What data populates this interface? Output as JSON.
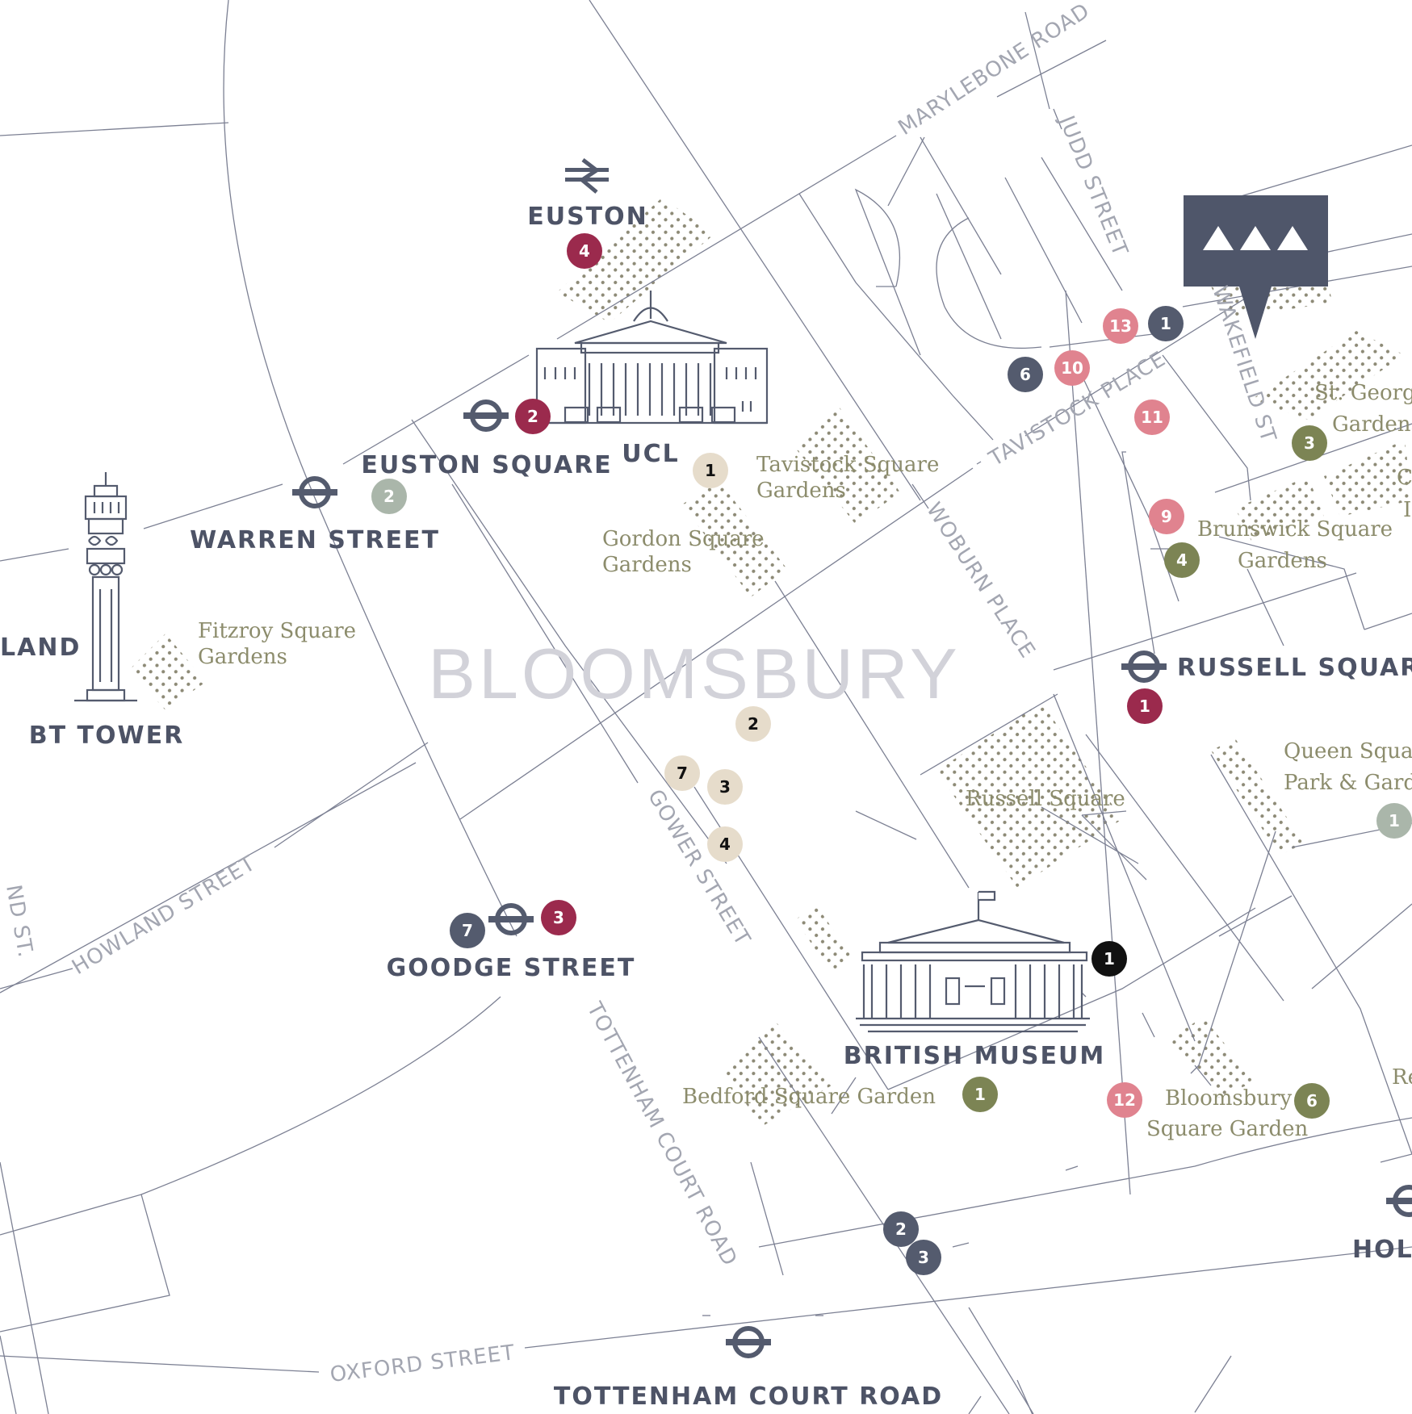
{
  "map": {
    "area_label": "BLOOMSBURY",
    "colors": {
      "road": "#7c8093",
      "slate": "#545b6e",
      "crimson": "#9b2a4d",
      "pink": "#e0838f",
      "olive": "#7c8454",
      "beige": "#e6dccb",
      "sage": "#aab6aa",
      "black": "#111111",
      "station_text": "#4d5366",
      "street_text": "#a3a6b1",
      "park_text": "#8c8c6c",
      "park_dots": "#8d8a76"
    },
    "stations": [
      {
        "id": "euston",
        "label": "EUSTON",
        "icon": "rail-icon"
      },
      {
        "id": "euston-square",
        "label": "EUSTON SQUARE",
        "icon": "underground-roundel-icon"
      },
      {
        "id": "ucl",
        "label": "UCL",
        "icon": "ucl-building-icon"
      },
      {
        "id": "warren-street",
        "label": "WARREN STREET",
        "icon": "underground-roundel-icon"
      },
      {
        "id": "bt-tower",
        "label": "BT TOWER",
        "icon": "bt-tower-icon"
      },
      {
        "id": "portland-fragment",
        "label": "LAND",
        "icon": ""
      },
      {
        "id": "goodge-street",
        "label": "GOODGE STREET",
        "icon": "underground-roundel-icon"
      },
      {
        "id": "british-museum",
        "label": "BRITISH MUSEUM",
        "icon": "museum-building-icon"
      },
      {
        "id": "russell-square",
        "label": "RUSSELL SQUARE",
        "icon": "underground-roundel-icon"
      },
      {
        "id": "tottenham-court-road",
        "label": "TOTTENHAM COURT ROAD",
        "icon": "underground-roundel-icon"
      },
      {
        "id": "holborn-fragment",
        "label": "HOL",
        "icon": "underground-roundel-icon"
      }
    ],
    "streets": [
      {
        "id": "marylebone-road",
        "label": "MARYLEBONE ROAD"
      },
      {
        "id": "judd-street",
        "label": "JUDD STREET"
      },
      {
        "id": "tavistock-place",
        "label": "TAVISTOCK PLACE"
      },
      {
        "id": "wakefield-st",
        "label": "WAKEFIELD ST"
      },
      {
        "id": "woburn-place",
        "label": "WOBURN PLACE"
      },
      {
        "id": "gower-street",
        "label": "GOWER STREET"
      },
      {
        "id": "howland-street",
        "label": "HOWLAND STREET"
      },
      {
        "id": "tottenham-court-road-street",
        "label": "TOTTENHAM COURT ROAD"
      },
      {
        "id": "oxford-street",
        "label": "OXFORD STREET"
      },
      {
        "id": "portland-st-fragment",
        "label": "ND ST."
      }
    ],
    "parks": [
      {
        "id": "tavistock-square",
        "lines": [
          "Tavistock Square",
          "Gardens"
        ]
      },
      {
        "id": "gordon-square",
        "lines": [
          "Gordon Square",
          "Gardens"
        ]
      },
      {
        "id": "fitzroy-square",
        "lines": [
          "Fitzroy Square",
          "Gardens"
        ]
      },
      {
        "id": "st-georges",
        "lines": [
          "St. George",
          "Gardens"
        ]
      },
      {
        "id": "brunswick-square",
        "lines": [
          "Brunswick Square",
          "Gardens"
        ]
      },
      {
        "id": "queen-square",
        "lines": [
          "Queen Square",
          "Park & Garden"
        ]
      },
      {
        "id": "russell-square-park",
        "lines": [
          "Russell Square"
        ]
      },
      {
        "id": "bedford-square",
        "lines": [
          "Bedford Square Garden"
        ]
      },
      {
        "id": "bloomsbury-square",
        "lines": [
          "Bloomsbury",
          "Square Garden"
        ]
      },
      {
        "id": "fragment-c",
        "lines": [
          "C",
          "I"
        ]
      },
      {
        "id": "fragment-re",
        "lines": [
          "Re"
        ]
      }
    ],
    "markers": [
      {
        "n": "4",
        "color": "crimson"
      },
      {
        "n": "2",
        "color": "crimson"
      },
      {
        "n": "3",
        "color": "crimson"
      },
      {
        "n": "1",
        "color": "crimson"
      },
      {
        "n": "2",
        "color": "sage"
      },
      {
        "n": "1",
        "color": "sage"
      },
      {
        "n": "1",
        "color": "beige"
      },
      {
        "n": "2",
        "color": "beige"
      },
      {
        "n": "7",
        "color": "beige"
      },
      {
        "n": "3",
        "color": "beige"
      },
      {
        "n": "4",
        "color": "beige"
      },
      {
        "n": "7",
        "color": "slate"
      },
      {
        "n": "1",
        "color": "slate"
      },
      {
        "n": "6",
        "color": "slate"
      },
      {
        "n": "2",
        "color": "slate"
      },
      {
        "n": "3",
        "color": "slate"
      },
      {
        "n": "13",
        "color": "pink"
      },
      {
        "n": "10",
        "color": "pink"
      },
      {
        "n": "11",
        "color": "pink"
      },
      {
        "n": "9",
        "color": "pink"
      },
      {
        "n": "12",
        "color": "pink"
      },
      {
        "n": "3",
        "color": "olive"
      },
      {
        "n": "4",
        "color": "olive"
      },
      {
        "n": "1",
        "color": "olive"
      },
      {
        "n": "6",
        "color": "olive"
      },
      {
        "n": "1",
        "color": "black"
      }
    ],
    "location_pin": {
      "icon": "triple-peak-logo-icon"
    }
  }
}
